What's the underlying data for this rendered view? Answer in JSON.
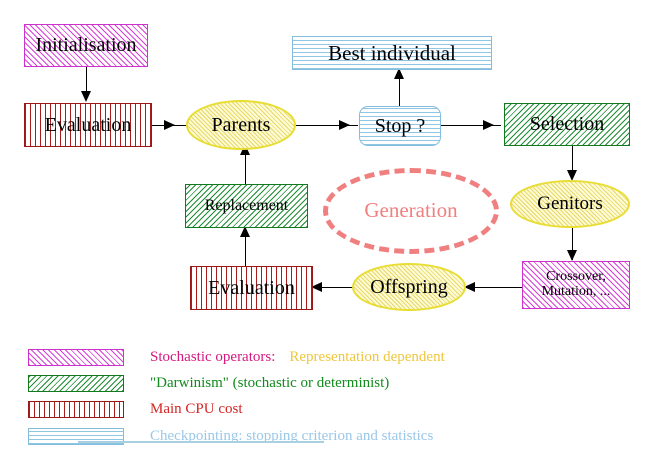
{
  "diagram": {
    "title": "Evolutionary Algorithm Cycle",
    "nodes": {
      "initialisation": {
        "label": "Initialisation",
        "shape": "box",
        "fill": "magenta-hatch",
        "color": "#cc33cc"
      },
      "evaluation_top": {
        "label": "Evaluation",
        "shape": "box",
        "fill": "red-vertical",
        "color": "#9c1818"
      },
      "parents": {
        "label": "Parents",
        "shape": "ellipse",
        "fill": "yellow-hatch",
        "color": "#e8dd33"
      },
      "best_individual": {
        "label": "Best individual",
        "shape": "box",
        "fill": "blue-horizontal",
        "color": "#84bcdd"
      },
      "stop": {
        "label": "Stop ?",
        "shape": "rounded-box",
        "fill": "blue-horizontal",
        "color": "#84bcdd"
      },
      "selection": {
        "label": "Selection",
        "shape": "box",
        "fill": "green-hatch",
        "color": "#13791f"
      },
      "genitors": {
        "label": "Genitors",
        "shape": "ellipse",
        "fill": "yellow-hatch",
        "color": "#e8dd33"
      },
      "crossover": {
        "label_line1": "Crossover,",
        "label_line2": "Mutation, ...",
        "shape": "box",
        "fill": "magenta-hatch",
        "color": "#cc33cc"
      },
      "offspring": {
        "label": "Offspring",
        "shape": "ellipse",
        "fill": "yellow-hatch",
        "color": "#e8dd33"
      },
      "evaluation_bottom": {
        "label": "Evaluation",
        "shape": "box",
        "fill": "red-vertical",
        "color": "#9c1818"
      },
      "replacement": {
        "label": "Replacement",
        "shape": "box",
        "fill": "green-hatch",
        "color": "#13791f"
      },
      "generation": {
        "label": "Generation",
        "shape": "dashed-ellipse",
        "color": "#f08080"
      }
    }
  },
  "legend": {
    "rows": [
      {
        "swatch": "magenta-hatch",
        "swatch_color": "#cc33cc",
        "text": "Stochastic operators:",
        "text_color": "#d4197f",
        "text2": "Representation dependent",
        "text2_color": "#efc63c"
      },
      {
        "swatch": "green-hatch",
        "swatch_color": "#13791f",
        "text": "\"Darwinism\" (stochastic or determinist)",
        "text_color": "#138a1e",
        "text2": "",
        "text2_color": ""
      },
      {
        "swatch": "red-vertical",
        "swatch_color": "#9c1818",
        "text": "Main CPU cost",
        "text_color": "#d42424",
        "text2": "",
        "text2_color": ""
      },
      {
        "swatch": "blue-horizontal",
        "swatch_color": "#84bcdd",
        "text": "Checkpointing: stopping criterion and statistics",
        "text_color": "#9ac8e8",
        "text2": "",
        "text2_color": ""
      }
    ]
  }
}
